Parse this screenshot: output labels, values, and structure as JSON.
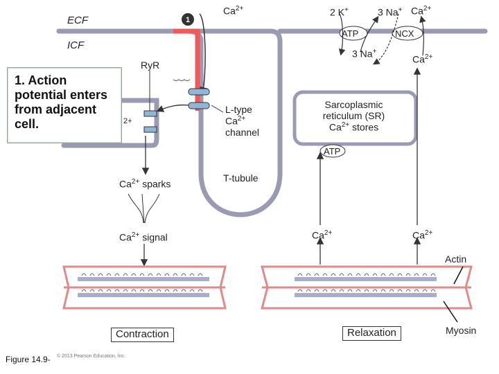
{
  "labels": {
    "ecf": "ECF",
    "icf": "ICF",
    "step_number": "1",
    "ca_top": "Ca",
    "ca_top_sup": "2+",
    "k_top": "2 K",
    "k_top_sup": "+",
    "na_top": "3 Na",
    "na_top_sup": "+",
    "ca_top_right": "Ca",
    "ca_top_right_sup": "2+",
    "atp_pump": "ATP",
    "ncx": "NCX",
    "na_in": "3 Na",
    "na_in_sup": "+",
    "ca_ncx_in": "Ca",
    "ca_ncx_in_sup": "2+",
    "ryr": "RyR",
    "ca_partial": "2+",
    "l_type_line1": "L-type",
    "l_type_line2": "Ca",
    "l_type_line2_sup": "2+",
    "l_type_line3": "channel",
    "sr_line1": "Sarcoplasmic",
    "sr_line2": "reticulum (SR)",
    "sr_line3": "Ca",
    "sr_line3_sup": "2+",
    "sr_line3_rest": " stores",
    "atp_sr": "ATP",
    "t_tubule": "T-tubule",
    "ca_sparks": "Ca",
    "ca_sparks_sup": "2+",
    "ca_sparks_rest": " sparks",
    "ca_signal": "Ca",
    "ca_signal_sup": "2+",
    "ca_signal_rest": " signal",
    "ca_left_bottom": "Ca",
    "ca_left_bottom_sup": "2+",
    "ca_right_bottom": "Ca",
    "ca_right_bottom_sup": "2+",
    "actin": "Actin",
    "myosin": "Myosin",
    "contraction": "Contraction",
    "relaxation": "Relaxation"
  },
  "callout": {
    "text": "1. Action potential enters from adjacent cell."
  },
  "caption": "Figure 14.9-",
  "copyright": "© 2013 Pearson Education, Inc.",
  "colors": {
    "membrane": "#9b9ab3",
    "membrane_highlight": "#ee5a5a",
    "channel": "#8fb6d6",
    "actin": "#e08a8a",
    "myosin": "#a9adc8",
    "atp_badge": "#ffffff"
  }
}
